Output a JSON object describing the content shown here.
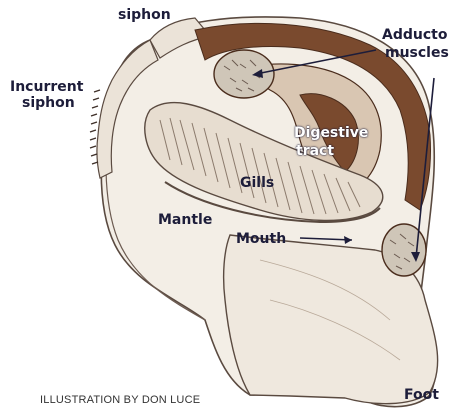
{
  "labels": {
    "excurrent_siphon": "siphon",
    "incurrent_siphon_line1": "Incurrent",
    "incurrent_siphon_line2": "siphon",
    "adductor_line1": "Adducto",
    "adductor_line2": "muscles",
    "digestive_line1": "Digestive",
    "digestive_line2": "tract",
    "gills": "Gills",
    "mantle": "Mantle",
    "mouth": "Mouth",
    "foot": "Foot"
  },
  "credit": "ILLUSTRATION BY DON LUCE",
  "colors": {
    "ink": "#1d1d3a",
    "shell_fill": "#f3eee6",
    "tissue_dark": "#7a4a2e",
    "gill_fill": "#e7ddd0",
    "outline": "#5a4a40"
  }
}
